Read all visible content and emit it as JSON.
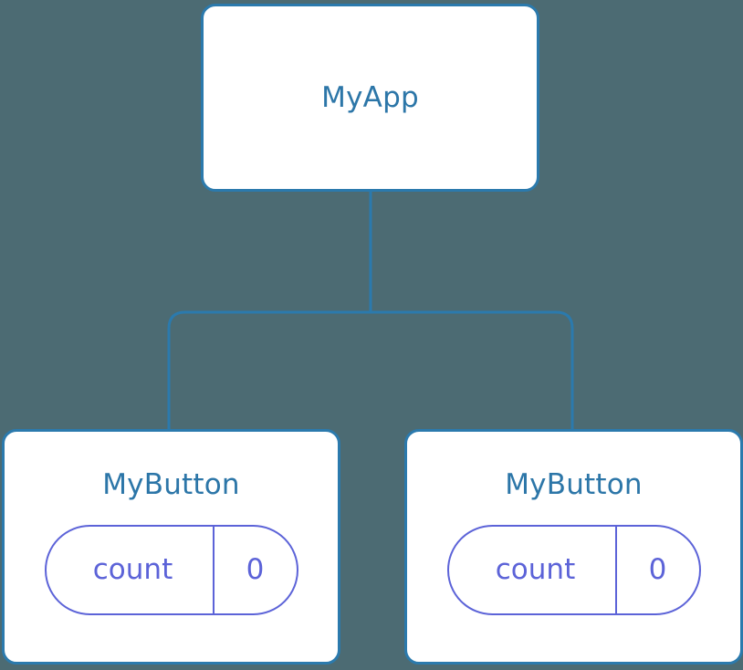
{
  "diagram": {
    "type": "component-tree",
    "background_color": "#4c6b73",
    "node_border_color": "#2b7aad",
    "node_title_color": "#2c76a8",
    "state_accent_color": "#5c63d8",
    "edge_color": "#2b7aad",
    "root": {
      "title": "MyApp"
    },
    "children": [
      {
        "title": "MyButton",
        "state": {
          "key": "count",
          "value": "0"
        }
      },
      {
        "title": "MyButton",
        "state": {
          "key": "count",
          "value": "0"
        }
      }
    ]
  }
}
